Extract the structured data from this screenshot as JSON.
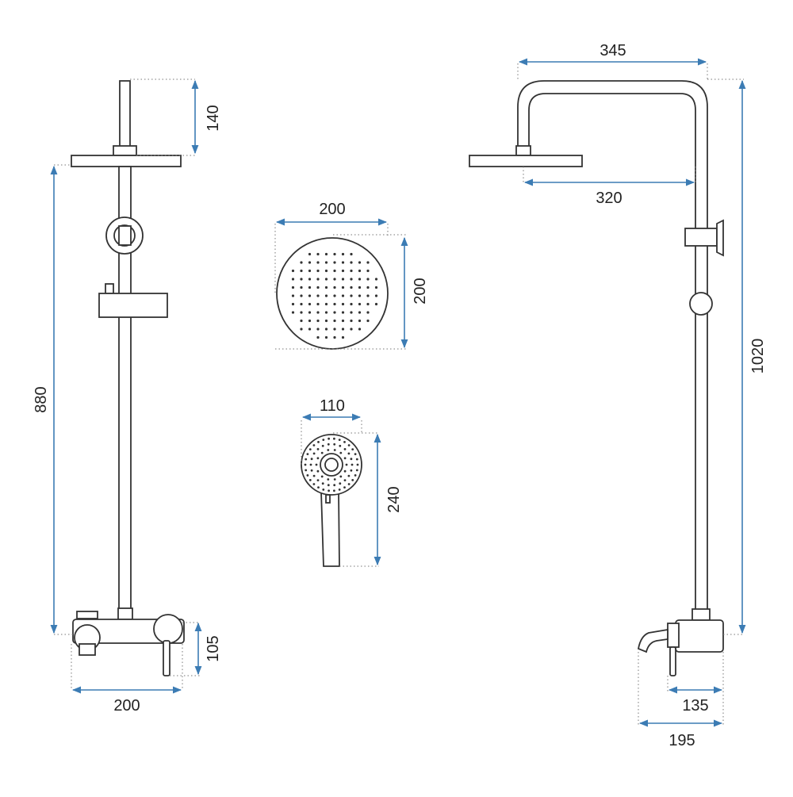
{
  "colors": {
    "dimension_line": "#3c7cb4",
    "outline": "#333333",
    "extension": "#777777"
  },
  "front_view": {
    "top_pipe_height": "140",
    "total_height": "880",
    "mixer_height": "105",
    "mixer_width": "200"
  },
  "rain_head": {
    "width": "200",
    "height": "200"
  },
  "hand_shower": {
    "width": "110",
    "height": "240"
  },
  "side_view": {
    "arm_reach": "345",
    "arm_length": "320",
    "total_height": "1020",
    "mixer_depth": "135",
    "spout_depth": "195"
  }
}
